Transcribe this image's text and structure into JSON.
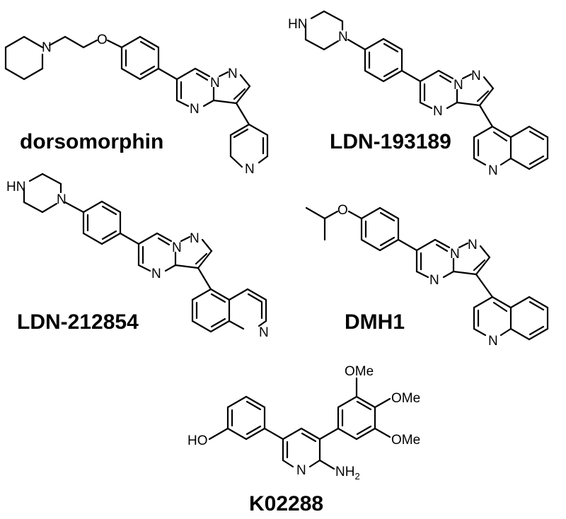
{
  "compounds": {
    "dorsomorphin": {
      "name": "dorsomorphin",
      "atoms": {
        "n_piperidine": "N",
        "o_ether": "O",
        "n1": "N",
        "n2": "N",
        "n_pyrimidine": "N",
        "n_pyridine": "N"
      }
    },
    "ldn193189": {
      "name": "LDN-193189",
      "atoms": {
        "hn": "HN",
        "n_piperazine": "N",
        "n1": "N",
        "n2": "N",
        "n_pyrimidine": "N",
        "n_quinoline": "N"
      }
    },
    "ldn212854": {
      "name": "LDN-212854",
      "atoms": {
        "hn": "HN",
        "n_piperazine": "N",
        "n1": "N",
        "n2": "N",
        "n_pyrimidine": "N",
        "n_quinoline": "N"
      }
    },
    "dmh1": {
      "name": "DMH1",
      "atoms": {
        "o_ether": "O",
        "n1": "N",
        "n2": "N",
        "n_pyrimidine": "N",
        "n_quinoline": "N"
      }
    },
    "k02288": {
      "name": "K02288",
      "atoms": {
        "ho": "HO",
        "ome1": "OMe",
        "ome2": "OMe",
        "ome3": "OMe",
        "n_pyridine": "N",
        "nh": "NH",
        "nh_sub": "2"
      }
    }
  }
}
